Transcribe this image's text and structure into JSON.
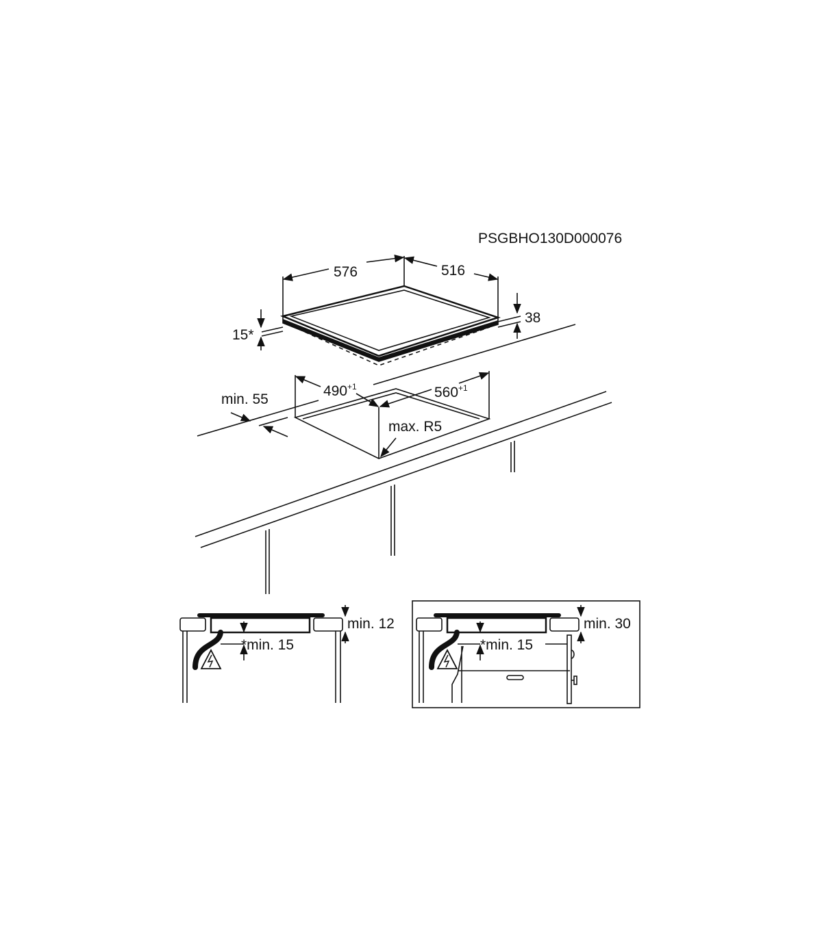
{
  "drawing_code": "PSGBHO130D000076",
  "hob": {
    "width": "576",
    "depth": "516",
    "height": "38",
    "protrusion": "15*"
  },
  "cutout": {
    "depth": "490",
    "depth_tol": "+1",
    "width": "560",
    "width_tol": "+1",
    "front_distance": "min. 55",
    "corner_radius": "max. R5"
  },
  "detail_left": {
    "top_clearance": "min. 12",
    "bottom_clearance": "*min. 15"
  },
  "detail_right": {
    "top_clearance": "min. 30",
    "bottom_clearance": "*min. 15"
  },
  "colors": {
    "line": "#111111",
    "background": "#ffffff"
  }
}
